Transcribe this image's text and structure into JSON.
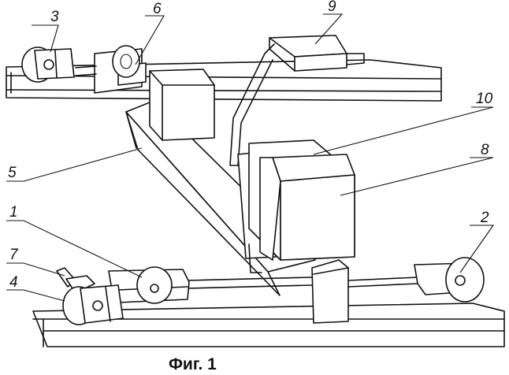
{
  "caption": "Фиг. 1",
  "labels": {
    "l1": "1",
    "l2": "2",
    "l3": "3",
    "l4": "4",
    "l5": "5",
    "l6": "6",
    "l7": "7",
    "l8": "8",
    "l9": "9",
    "l10": "10"
  }
}
